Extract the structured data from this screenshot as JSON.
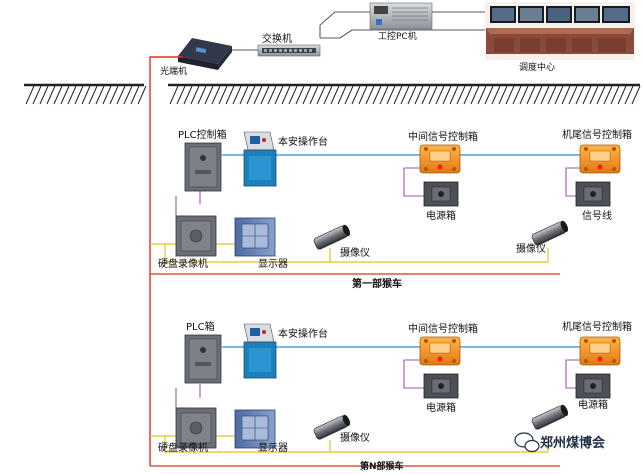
{
  "top": {
    "optical": "光端机",
    "switch": "交换机",
    "ipc": "工控PC机",
    "dispatch": "调度中心"
  },
  "section1": {
    "plc": "PLC控制箱",
    "console": "本安操作台",
    "mid_signal": "中间信号控制箱",
    "tail_signal": "机尾信号控制箱",
    "power_mid": "电源箱",
    "signal_line": "信号线",
    "dvr": "硬盘录像机",
    "display": "显示器",
    "camera_a": "摄像仪",
    "camera_b": "摄像仪",
    "caption": "第一部猴车"
  },
  "section2": {
    "plc": "PLC箱",
    "console": "本安操作台",
    "mid_signal": "中间信号控制箱",
    "tail_signal": "机尾信号控制箱",
    "power_mid": "电源箱",
    "power_tail": "电源箱",
    "dvr": "硬盘录像机",
    "display": "显示器",
    "camera": "摄像仪",
    "caption": "第N部猴车"
  },
  "watermark": "郑州煤博会",
  "colors": {
    "red_line": "#e0302a",
    "blue_line": "#2d8fd6",
    "yellow_line": "#e8c21a",
    "purple_line": "#9a5aa6",
    "box_orange": "#f28c1c",
    "cabinet_blue": "#5f7db8"
  }
}
